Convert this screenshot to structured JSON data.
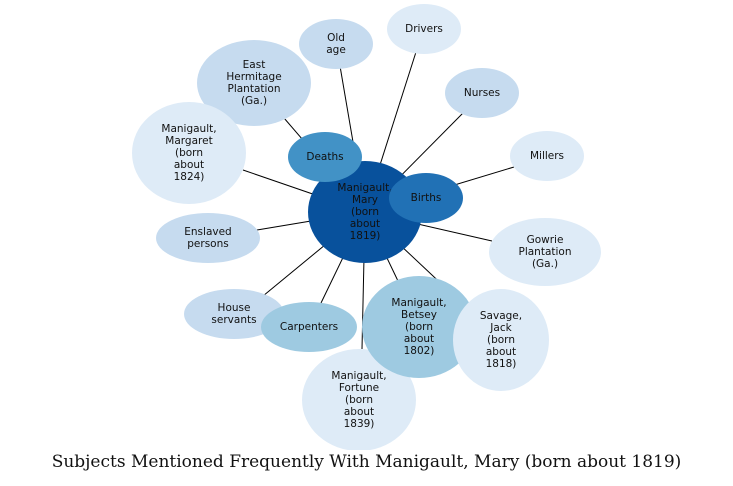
{
  "caption": "Subjects Mentioned Frequently With Manigault, Mary (born about 1819)",
  "colors": {
    "center": "#08519c",
    "dark": "#2171b5",
    "medium": "#4292c6",
    "light": "#9ecae1",
    "pale": "#c6dbef",
    "palest": "#deebf7",
    "edge": "#000000"
  },
  "center": {
    "id": "mary",
    "lines": [
      "Manigault,",
      "Mary",
      "(born",
      "about",
      "1819)"
    ],
    "color_key": "center"
  },
  "nodes": [
    {
      "id": "old-age",
      "lines": [
        "Old",
        "age"
      ],
      "color_key": "pale"
    },
    {
      "id": "drivers",
      "lines": [
        "Drivers"
      ],
      "color_key": "palest"
    },
    {
      "id": "east-hermitage",
      "lines": [
        "East",
        "Hermitage",
        "Plantation",
        "(Ga.)"
      ],
      "color_key": "pale"
    },
    {
      "id": "nurses",
      "lines": [
        "Nurses"
      ],
      "color_key": "pale"
    },
    {
      "id": "margaret",
      "lines": [
        "Manigault,",
        "Margaret",
        "(born",
        "about",
        "1824)"
      ],
      "color_key": "palest"
    },
    {
      "id": "deaths",
      "lines": [
        "Deaths"
      ],
      "color_key": "medium"
    },
    {
      "id": "millers",
      "lines": [
        "Millers"
      ],
      "color_key": "palest"
    },
    {
      "id": "births",
      "lines": [
        "Births"
      ],
      "color_key": "dark"
    },
    {
      "id": "enslaved",
      "lines": [
        "Enslaved",
        "persons"
      ],
      "color_key": "pale"
    },
    {
      "id": "gowrie",
      "lines": [
        "Gowrie",
        "Plantation",
        "(Ga.)"
      ],
      "color_key": "palest"
    },
    {
      "id": "house-servants",
      "lines": [
        "House",
        "servants"
      ],
      "color_key": "pale"
    },
    {
      "id": "carpenters",
      "lines": [
        "Carpenters"
      ],
      "color_key": "light"
    },
    {
      "id": "betsey",
      "lines": [
        "Manigault,",
        "Betsey",
        "(born",
        "about",
        "1802)"
      ],
      "color_key": "light"
    },
    {
      "id": "savage-jack",
      "lines": [
        "Savage,",
        "Jack",
        "(born",
        "about",
        "1818)"
      ],
      "color_key": "palest"
    },
    {
      "id": "fortune",
      "lines": [
        "Manigault,",
        "Fortune",
        "(born",
        "about",
        "1839)"
      ],
      "color_key": "palest"
    }
  ]
}
